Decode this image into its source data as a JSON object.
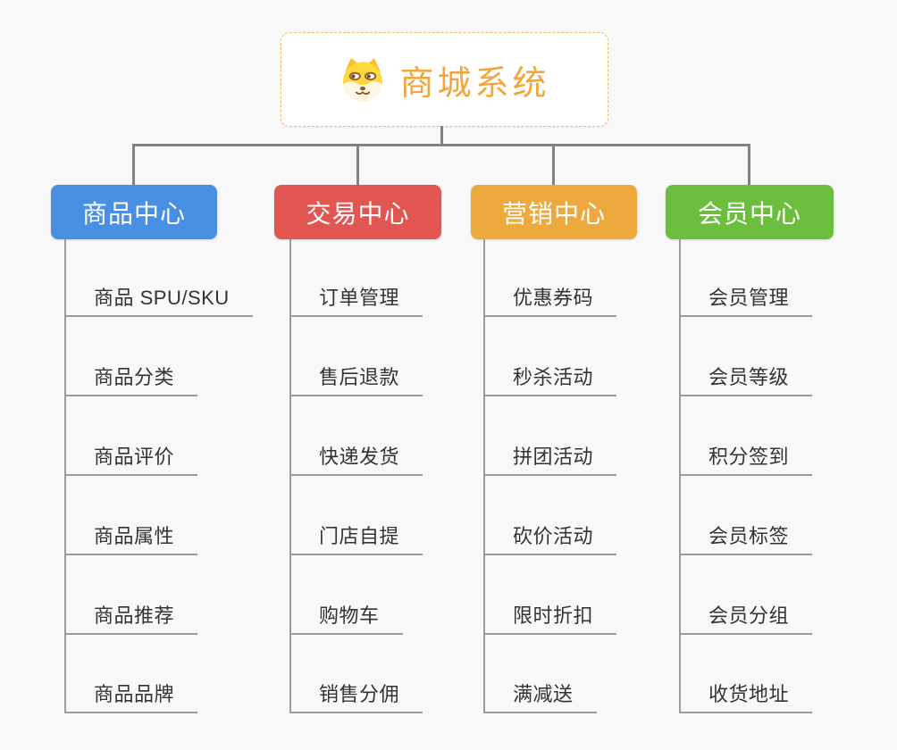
{
  "root": {
    "title": "商城系统",
    "title_color": "#f0a63c",
    "border_color": "#f0bc66",
    "icon": "doge-face-icon"
  },
  "connector_color": "#828282",
  "leaf_line_color": "#9b9b9b",
  "background_color": "#f8f8f8",
  "branches": [
    {
      "label": "商品中心",
      "color": "#4a90e2",
      "children": [
        "商品 SPU/SKU",
        "商品分类",
        "商品评价",
        "商品属性",
        "商品推荐",
        "商品品牌"
      ]
    },
    {
      "label": "交易中心",
      "color": "#e25652",
      "children": [
        "订单管理",
        "售后退款",
        "快递发货",
        "门店自提",
        "购物车",
        "销售分佣"
      ]
    },
    {
      "label": "营销中心",
      "color": "#eca93d",
      "children": [
        "优惠券码",
        "秒杀活动",
        "拼团活动",
        "砍价活动",
        "限时折扣",
        "满减送"
      ]
    },
    {
      "label": "会员中心",
      "color": "#6cbe3f",
      "children": [
        "会员管理",
        "会员等级",
        "积分签到",
        "会员标签",
        "会员分组",
        "收货地址"
      ]
    }
  ]
}
